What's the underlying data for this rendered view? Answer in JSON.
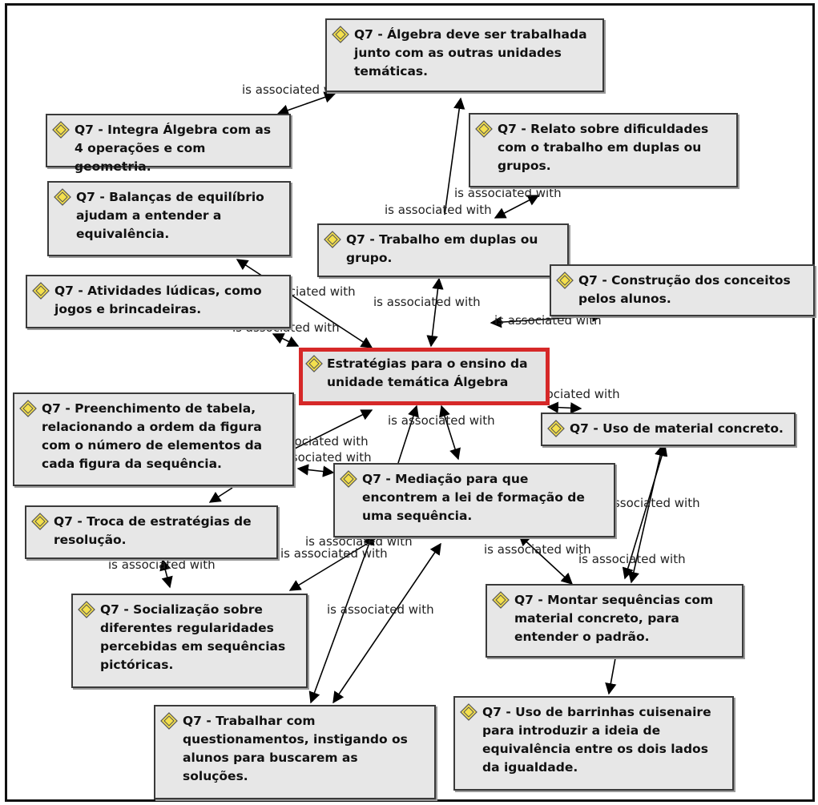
{
  "central": {
    "label": "Estratégias para o ensino da unidade temática Álgebra",
    "icon": "code-family-icon"
  },
  "nodes": {
    "n1": "Q7 - Álgebra deve ser trabalhada junto com as outras unidades temáticas.",
    "n2": "Q7 - Integra Álgebra com as 4 operações e com geometria.",
    "n3": "Q7 - Relato sobre dificuldades com o trabalho em duplas ou grupos.",
    "n4": "Q7 - Balanças de equilíbrio ajudam a entender a equivalência.",
    "n5": "Q7 - Trabalho em duplas ou grupo.",
    "n6": "Q7 - Construção dos conceitos pelos alunos.",
    "n7": "Q7 - Atividades lúdicas, como jogos e brincadeiras.",
    "n8": "Q7 - Preenchimento de tabela, relacionando a ordem da figura com o número de elementos da cada figura da sequência.",
    "n9": "Q7 - Uso de material concreto.",
    "n10": "Q7 - Mediação para que encontrem a lei de formação de uma sequência.",
    "n11": "Q7 - Troca de estratégias de resolução.",
    "n12": "Q7 - Montar sequências com material concreto, para entender o padrão.",
    "n13": "Q7 - Socialização sobre diferentes regularidades percebidas em sequências pictóricas.",
    "n14": "Q7 - Trabalhar com questionamentos, instigando os alunos para buscarem as soluções.",
    "n15": "Q7 - Uso de barrinhas cuisenaire para introduzir a ideia de equivalência entre os dois lados da igualdade."
  },
  "relation_label": "is associated with",
  "colors": {
    "highlight_border": "#d62828",
    "node_fill": "#e7e7e7",
    "icon_fill": "#f4e04d"
  }
}
